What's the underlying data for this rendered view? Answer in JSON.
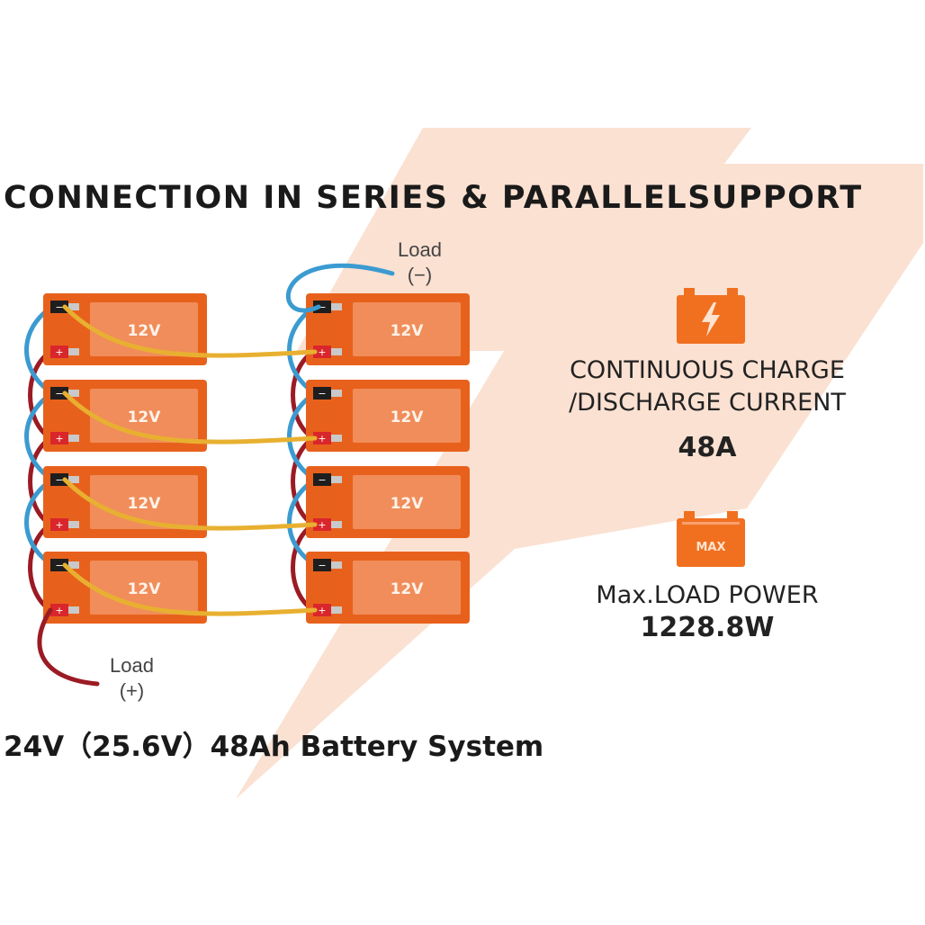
{
  "title": "CONNECTION IN SERIES & PARALLELSUPPORT",
  "battery": {
    "voltage_label": "12V",
    "minus_symbol": "−",
    "plus_symbol": "+"
  },
  "load_negative": {
    "line1": "Load",
    "line2": "(−)"
  },
  "load_positive": {
    "line1": "Load",
    "line2": "(+)"
  },
  "system_label": "24V（25.6V）48Ah Battery System",
  "specs": {
    "current": {
      "icon": "battery-charge-icon",
      "heading_line1": "CONTINUOUS CHARGE",
      "heading_line2": "/DISCHARGE CURRENT",
      "value": "48A"
    },
    "power": {
      "icon": "battery-max-icon",
      "icon_text": "MAX",
      "heading": "Max.LOAD POWER",
      "value": "1228.8W"
    }
  },
  "colors": {
    "battery_body": "#e8611c",
    "battery_panel": "#f08d5a",
    "wire_blue": "#3b9bd1",
    "wire_red": "#9b1b24",
    "wire_yellow": "#e8b030",
    "bolt_background": "#fbe1d2",
    "icon_orange": "#f07020"
  }
}
